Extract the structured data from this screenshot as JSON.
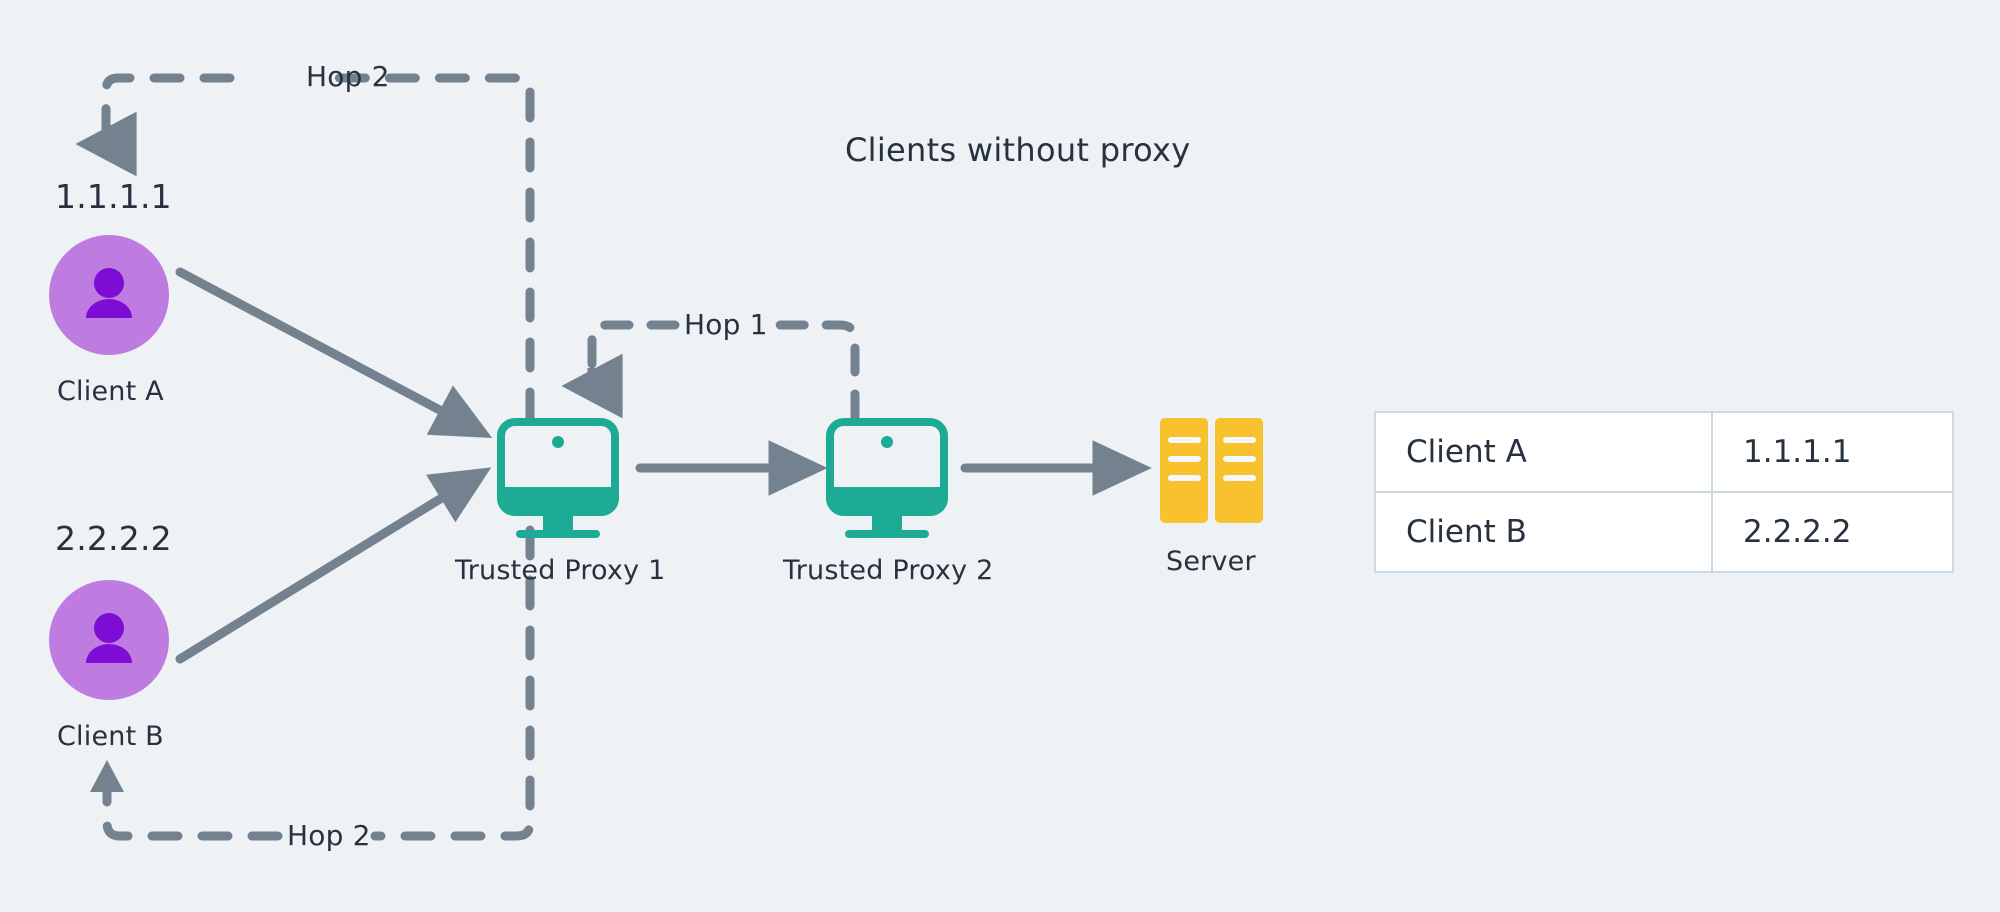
{
  "diagram": {
    "title": "Clients without proxy",
    "background_color": "#eef2f5",
    "text_color": "#27313f",
    "arrow_color": "#74818f",
    "client_circle_color": "#bf7ce0",
    "client_glyph_color": "#7d0cd4",
    "proxy_color": "#1eab96",
    "server_color": "#f8c22e",
    "table_border_color": "#ccd8e2"
  },
  "clients": [
    {
      "id": "client-a",
      "ip": "1.1.1.1",
      "label": "Client A",
      "icon": "user-avatar-icon"
    },
    {
      "id": "client-b",
      "ip": "2.2.2.2",
      "label": "Client B",
      "icon": "user-avatar-icon"
    }
  ],
  "nodes": [
    {
      "id": "proxy-1",
      "label": "Trusted Proxy 1",
      "icon": "desktop-monitor-icon"
    },
    {
      "id": "proxy-2",
      "label": "Trusted Proxy 2",
      "icon": "desktop-monitor-icon"
    },
    {
      "id": "server",
      "label": "Server",
      "icon": "server-rack-icon"
    }
  ],
  "hops": [
    {
      "id": "hop-2-top",
      "label": "Hop 2"
    },
    {
      "id": "hop-1",
      "label": "Hop 1"
    },
    {
      "id": "hop-2-bottom",
      "label": "Hop 2"
    }
  ],
  "table": {
    "rows": [
      {
        "client": "Client A",
        "ip": "1.1.1.1"
      },
      {
        "client": "Client B",
        "ip": "2.2.2.2"
      }
    ]
  }
}
